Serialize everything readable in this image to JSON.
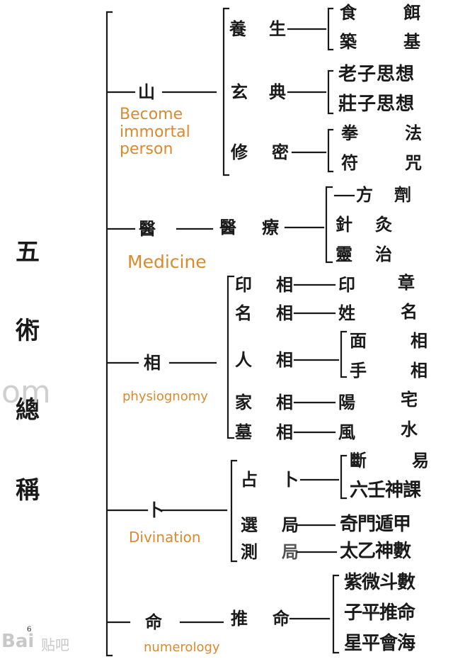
{
  "title_chars": [
    "五",
    "術",
    "總",
    "稱"
  ],
  "branches": {
    "shan": {
      "label": "山",
      "english": [
        "Become",
        "immortal",
        "person"
      ],
      "groups": [
        {
          "label_chars": [
            "養",
            "生"
          ],
          "leaves": [
            [
              "食",
              "餌"
            ],
            [
              "築",
              "基"
            ]
          ]
        },
        {
          "label_chars": [
            "玄",
            "典"
          ],
          "leaves": [
            [
              "老子思想"
            ],
            [
              "莊子思想"
            ]
          ]
        },
        {
          "label_chars": [
            "修",
            "密"
          ],
          "leaves": [
            [
              "拳",
              "法"
            ],
            [
              "符",
              "咒"
            ]
          ]
        }
      ]
    },
    "yi": {
      "label": "醫",
      "english": "Medicine",
      "group": {
        "label_chars": [
          "醫",
          "療"
        ],
        "leaves": [
          [
            "方",
            "劑"
          ],
          [
            "針",
            "灸"
          ],
          [
            "靈",
            "治"
          ]
        ]
      }
    },
    "xiang": {
      "label": "相",
      "english": "physiognomy",
      "groups": [
        {
          "label_chars": [
            "印",
            "相"
          ],
          "leaf": [
            "印",
            "章"
          ]
        },
        {
          "label_chars": [
            "名",
            "相"
          ],
          "leaf": [
            "姓",
            "名"
          ]
        },
        {
          "label_chars": [
            "人",
            "相"
          ],
          "leaves": [
            [
              "面",
              "相"
            ],
            [
              "手",
              "相"
            ]
          ]
        },
        {
          "label_chars": [
            "家",
            "相"
          ],
          "leaf": [
            "陽",
            "宅"
          ]
        },
        {
          "label_chars": [
            "墓",
            "相"
          ],
          "leaf": [
            "風",
            "水"
          ]
        }
      ]
    },
    "bu": {
      "label": "卜",
      "english": "Divination",
      "groups": [
        {
          "label_chars": [
            "占",
            "卜"
          ],
          "leaves": [
            [
              "斷",
              "易"
            ],
            [
              "六壬神課"
            ]
          ]
        },
        {
          "label_chars": [
            "選",
            "局"
          ],
          "leaf": "奇門遁甲"
        },
        {
          "label_chars": [
            "測",
            "局"
          ],
          "leaf": "太乙神數"
        }
      ]
    },
    "ming": {
      "label": "命",
      "english": "numerology",
      "group": {
        "label_chars": [
          "推",
          "命"
        ],
        "leaves": [
          "紫微斗數",
          "子平推命",
          "星平會海"
        ]
      }
    }
  },
  "watermark": {
    "brand": "Bai",
    "product": "贴吧",
    "faint": "om"
  },
  "page_number": "6",
  "colors": {
    "ink": "#1a1a1a",
    "annotation": "#d98a2e"
  }
}
